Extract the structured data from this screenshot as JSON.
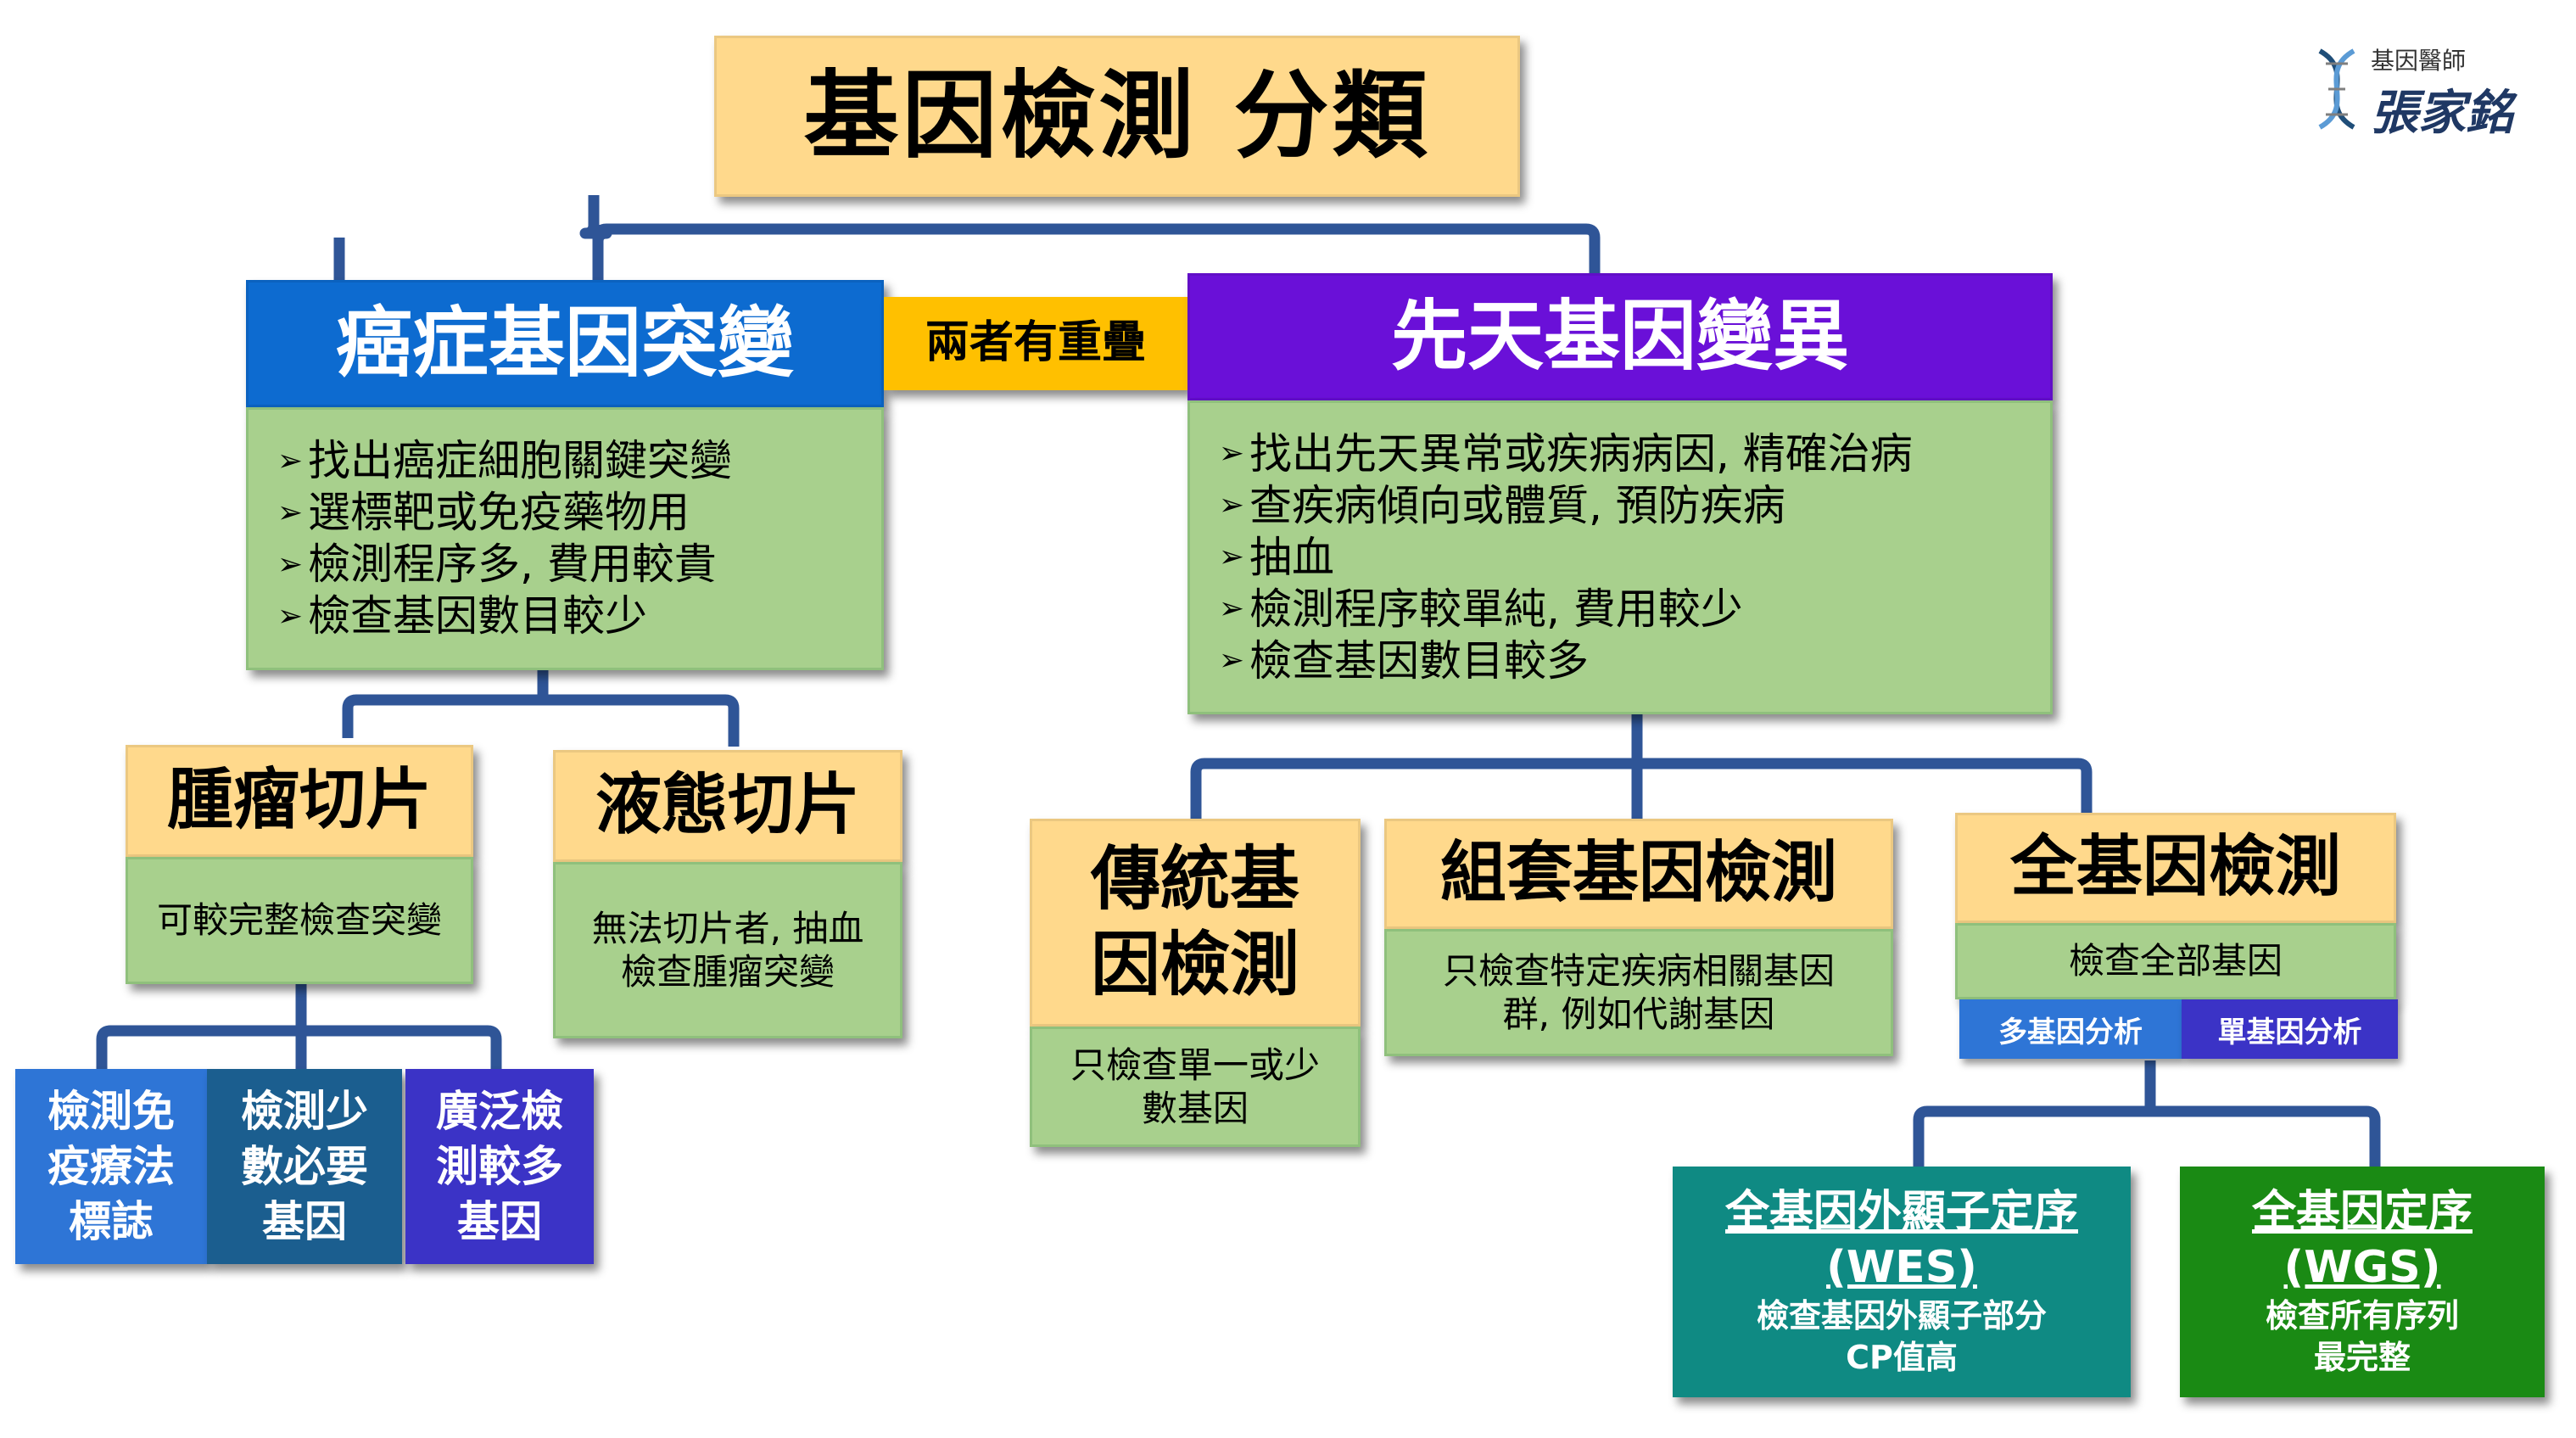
{
  "title": "基因檢測 分類",
  "overlap": "兩者有重疊",
  "logo": {
    "line1": "基因醫師",
    "line2": "張家銘"
  },
  "cancer": {
    "title": "癌症基因突變",
    "bullets": [
      "找出癌症細胞關鍵突變",
      "選標靶或免疫藥物用",
      "檢測程序多, 費用較貴",
      "檢查基因數目較少"
    ],
    "tumor": {
      "title": "腫瘤切片",
      "desc": "可較完整檢查突變"
    },
    "liquid": {
      "title": "液態切片",
      "desc": "無法切片者, 抽血檢查腫瘤突變"
    },
    "leaves": [
      "檢測免疫療法標誌",
      "檢測少數必要基因",
      "廣泛檢測較多基因"
    ]
  },
  "congenital": {
    "title": "先天基因變異",
    "bullets": [
      "找出先天異常或疾病病因, 精確治病",
      "查疾病傾向或體質, 預防疾病",
      "抽血",
      "檢測程序較單純, 費用較少",
      "檢查基因數目較多"
    ],
    "traditional": {
      "title": "傳統基因檢測",
      "desc": "只檢查單一或少數基因"
    },
    "panel": {
      "title": "組套基因檢測",
      "desc": "只檢查特定疾病相關基因群, 例如代謝基因"
    },
    "whole": {
      "title": "全基因檢測",
      "desc": "檢查全部基因",
      "multi": "多基因分析",
      "single": "單基因分析"
    },
    "wes": {
      "title": "全基因外顯子定序",
      "abbr": "(WES)",
      "desc1": "檢查基因外顯子部分",
      "desc2": "CP值高"
    },
    "wgs": {
      "title": "全基因定序",
      "abbr": "(WGS)",
      "desc1": "檢查所有序列",
      "desc2": "最完整"
    }
  },
  "colors": {
    "connector": "#2f5597",
    "yellow": "#ffd98c",
    "green": "#a8d08d",
    "blue": "#0d6bd0",
    "purple": "#6a10d8",
    "orange": "#ffc000",
    "teal": "#0f8a83",
    "darkgreen": "#1a8a14"
  },
  "icons": [
    "dna-icon",
    "bullet-arrow-icon"
  ]
}
